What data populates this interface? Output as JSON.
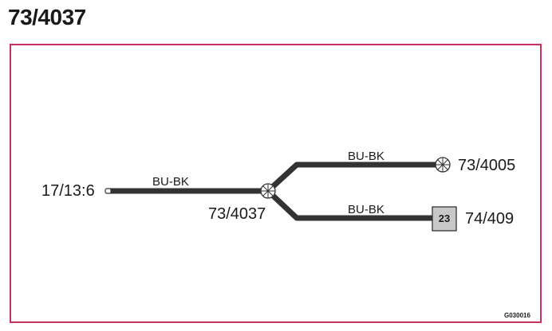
{
  "title": "73/4037",
  "nodes": {
    "left_connector": "17/13:6",
    "splice": "73/4037",
    "top_right": "73/4005",
    "connector_pin": "23",
    "bottom_right": "74/409"
  },
  "wires": {
    "left": "BU-BK",
    "top": "BU-BK",
    "bottom": "BU-BK"
  },
  "figure_code": "G030016",
  "colors": {
    "frame": "#c8325a",
    "wire": "#333333",
    "connector_fill": "#c8c8c8"
  }
}
